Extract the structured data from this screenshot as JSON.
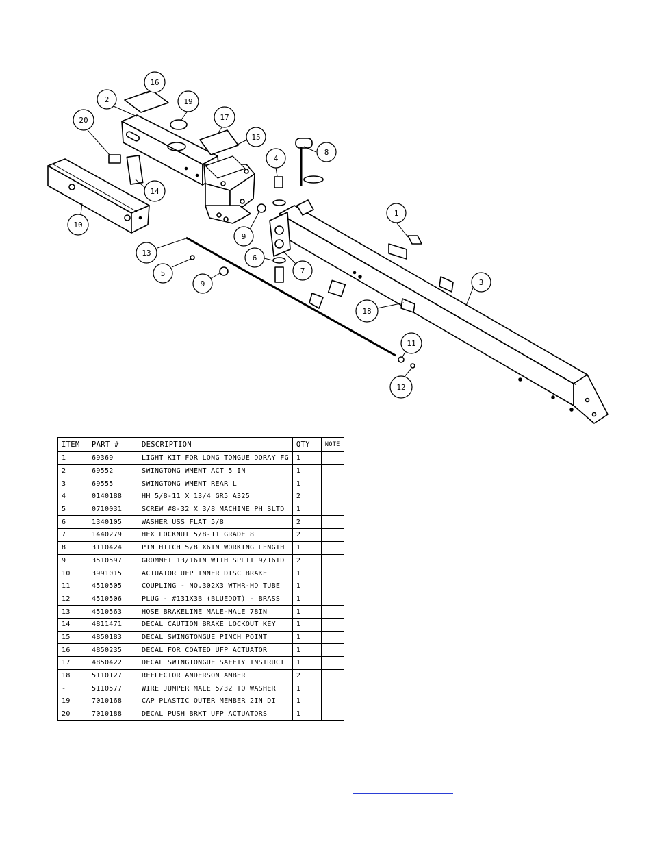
{
  "drawing": {
    "callouts": [
      "1",
      "2",
      "3",
      "4",
      "5",
      "6",
      "7",
      "8",
      "9",
      "9",
      "10",
      "11",
      "12",
      "13",
      "14",
      "15",
      "16",
      "17",
      "18",
      "19",
      "20"
    ]
  },
  "table": {
    "headers": {
      "item": "ITEM",
      "part": "PART #",
      "description": "DESCRIPTION",
      "qty": "QTY",
      "note": "NOTE"
    },
    "rows": [
      {
        "item": "1",
        "part": "69369",
        "description": "LIGHT KIT FOR LONG TONGUE DORAY FG",
        "qty": "1"
      },
      {
        "item": "2",
        "part": "69552",
        "description": "SWINGTONG WMENT ACT 5 IN",
        "qty": "1"
      },
      {
        "item": "3",
        "part": "69555",
        "description": "SWINGTONG WMENT REAR L",
        "qty": "1"
      },
      {
        "item": "4",
        "part": "0140188",
        "description": "HH 5/8-11 X 13/4  GR5 A325",
        "qty": "2"
      },
      {
        "item": "5",
        "part": "0710031",
        "description": "SCREW #8-32 X 3/8 MACHINE PH SLTD",
        "qty": "1"
      },
      {
        "item": "6",
        "part": "1340105",
        "description": "WASHER USS FLAT 5/8",
        "qty": "2"
      },
      {
        "item": "7",
        "part": "1440279",
        "description": "HEX LOCKNUT 5/8-11 GRADE 8",
        "qty": "2"
      },
      {
        "item": "8",
        "part": "3110424",
        "description": "PIN HITCH 5/8 X6IN WORKING LENGTH",
        "qty": "1"
      },
      {
        "item": "9",
        "part": "3510597",
        "description": "GROMMET 13/16IN  WITH SPLIT 9/16ID",
        "qty": "2"
      },
      {
        "item": "10",
        "part": "3991015",
        "description": "ACTUATOR UFP INNER  DISC BRAKE",
        "qty": "1"
      },
      {
        "item": "11",
        "part": "4510505",
        "description": "COUPLING - NO.302X3 WTHR-HD TUBE",
        "qty": "1"
      },
      {
        "item": "12",
        "part": "4510506",
        "description": "PLUG - #131X3B (BLUEDOT) - BRASS",
        "qty": "1"
      },
      {
        "item": "13",
        "part": "4510563",
        "description": "HOSE BRAKELINE MALE-MALE 78IN",
        "qty": "1"
      },
      {
        "item": "14",
        "part": "4811471",
        "description": "DECAL CAUTION BRAKE LOCKOUT KEY",
        "qty": "1"
      },
      {
        "item": "15",
        "part": "4850183",
        "description": "DECAL SWINGTONGUE PINCH POINT",
        "qty": "1"
      },
      {
        "item": "16",
        "part": "4850235",
        "description": "DECAL FOR COATED UFP ACTUATOR",
        "qty": "1"
      },
      {
        "item": "17",
        "part": "4850422",
        "description": "DECAL SWINGTONGUE SAFETY INSTRUCT",
        "qty": "1"
      },
      {
        "item": "18",
        "part": "5110127",
        "description": "REFLECTOR ANDERSON AMBER",
        "qty": "2"
      },
      {
        "item": "-",
        "part": "5110577",
        "description": "WIRE JUMPER MALE 5/32 TO WASHER",
        "qty": "1"
      },
      {
        "item": "19",
        "part": "7010168",
        "description": "CAP  PLASTIC OUTER MEMBER 2IN DI",
        "qty": "1"
      },
      {
        "item": "20",
        "part": "7010188",
        "description": "DECAL PUSH BRKT UFP ACTUATORS",
        "qty": "1"
      }
    ]
  }
}
